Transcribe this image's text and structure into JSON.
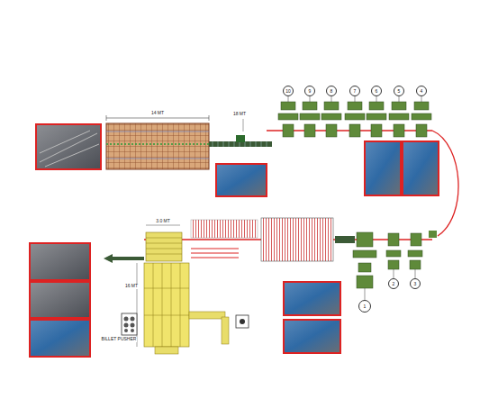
{
  "diagram": {
    "nodes": [
      {
        "text": [
          "10"
        ]
      },
      {
        "text": [
          "9"
        ]
      },
      {
        "text": [
          "8"
        ]
      },
      {
        "text": [
          "7"
        ]
      },
      {
        "text": [
          "6"
        ]
      },
      {
        "text": [
          "5"
        ]
      },
      {
        "text": [
          "4"
        ]
      },
      {
        "text": [
          "3"
        ]
      },
      {
        "text": [
          "2"
        ]
      },
      {
        "text": [
          "1"
        ]
      }
    ],
    "labels": [
      "14 MT",
      "18 MT",
      "3.0 MT",
      "16 MT",
      "BILLET PUSHER"
    ]
  }
}
